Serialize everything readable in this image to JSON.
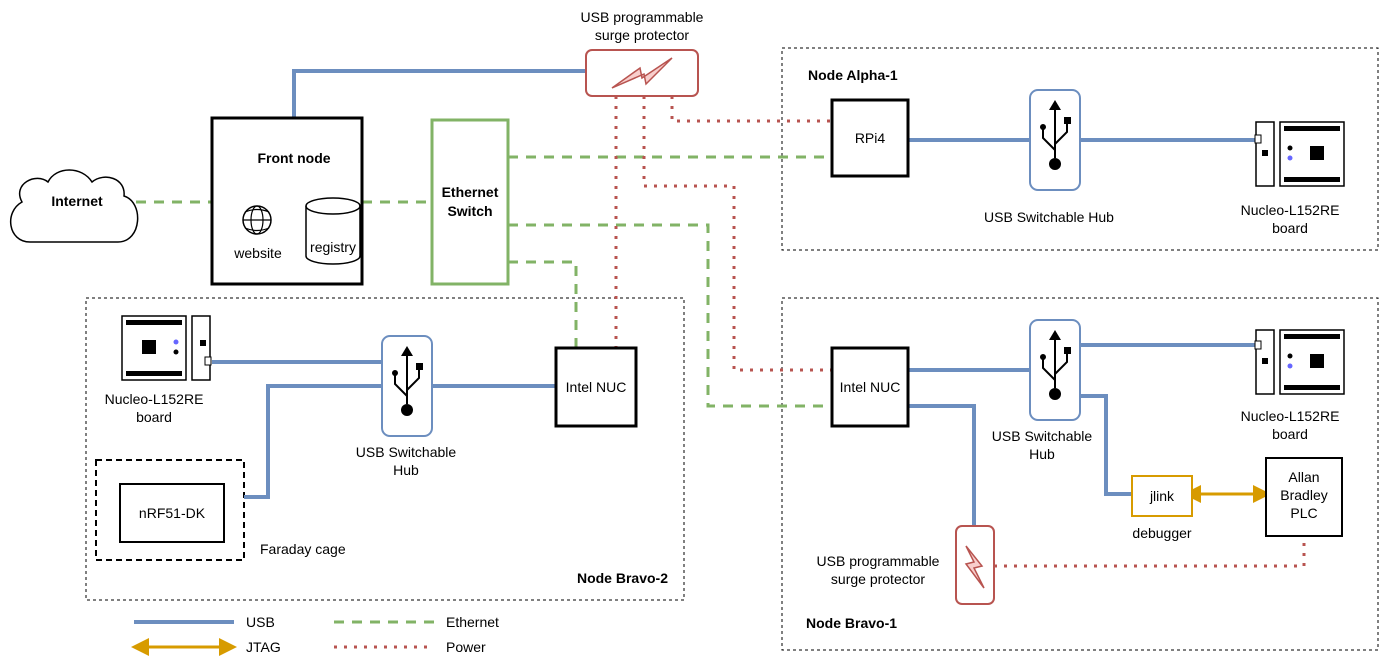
{
  "nodes": {
    "internet": "Internet",
    "front_node": "Front node",
    "website": "website",
    "registry": "registry",
    "ethernet_switch_line1": "Ethernet",
    "ethernet_switch_line2": "Switch",
    "surge_top_line1": "USB programmable",
    "surge_top_line2": "surge protector",
    "surge_bottom_line1": "USB programmable",
    "surge_bottom_line2": "surge protector"
  },
  "alpha": {
    "title": "Node Alpha-1",
    "rpi": "RPi4",
    "hub": "USB Switchable Hub",
    "board_line1": "Nucleo-L152RE",
    "board_line2": "board"
  },
  "bravo2": {
    "title": "Node Bravo-2",
    "nuc": "Intel NUC",
    "hub_line1": "USB Switchable",
    "hub_line2": "Hub",
    "board_line1": "Nucleo-L152RE",
    "board_line2": "board",
    "nrf": "nRF51-DK",
    "cage": "Faraday cage"
  },
  "bravo1": {
    "title": "Node Bravo-1",
    "nuc": "Intel NUC",
    "hub_line1": "USB Switchable",
    "hub_line2": "Hub",
    "board_line1": "Nucleo-L152RE",
    "board_line2": "board",
    "jlink": "jlink",
    "debugger": "debugger",
    "plc_line1": "Allan",
    "plc_line2": "Bradley",
    "plc_line3": "PLC"
  },
  "legend": {
    "usb": "USB",
    "ethernet": "Ethernet",
    "jtag": "JTAG",
    "power": "Power"
  },
  "colors": {
    "usb": "#6c8ebf",
    "ethernet": "#82b366",
    "power": "#b85450",
    "jtag": "#d79b00",
    "surge_fill": "#f8cecc"
  }
}
